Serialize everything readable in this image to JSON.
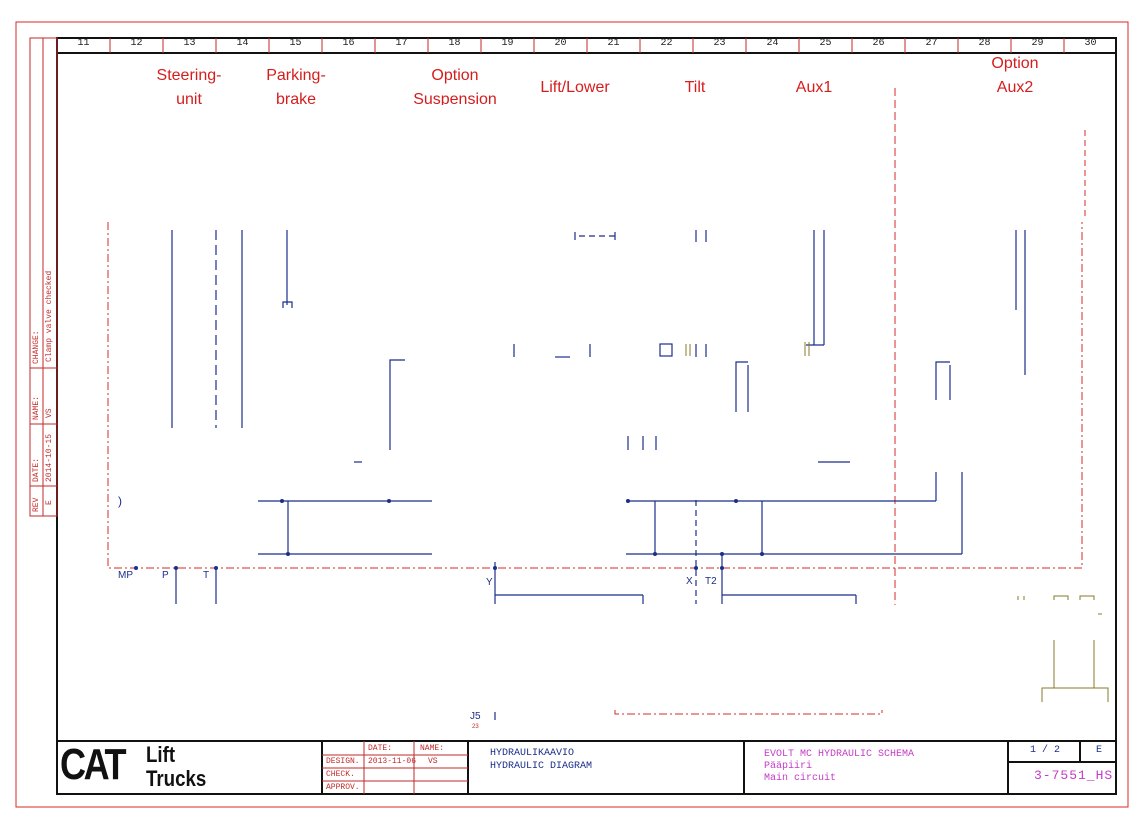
{
  "columns": [
    "11",
    "12",
    "13",
    "14",
    "15",
    "16",
    "17",
    "18",
    "19",
    "20",
    "21",
    "22",
    "23",
    "24",
    "25",
    "26",
    "27",
    "28",
    "29",
    "30"
  ],
  "sections": [
    {
      "id": "steering",
      "line1": "Steering-",
      "line2": "unit"
    },
    {
      "id": "parking",
      "line1": "Parking-",
      "line2": "brake"
    },
    {
      "id": "suspension",
      "line1": "Option",
      "line2": "Suspension"
    },
    {
      "id": "liftlower",
      "line1": "Lift/Lower",
      "line2": ""
    },
    {
      "id": "tilt",
      "line1": "Tilt",
      "line2": ""
    },
    {
      "id": "aux1",
      "line1": "Aux1",
      "line2": ""
    },
    {
      "id": "aux2",
      "line1": "Option",
      "line2": "Aux2"
    }
  ],
  "ports": {
    "mp": "MP",
    "p": "P",
    "t": "T",
    "y": "Y",
    "x": "X",
    "t2": "T2",
    "j5": "J5",
    "j5_sub": "23"
  },
  "revision_block": {
    "rev_label": "REV",
    "rev_value": "E",
    "date_label": "DATE:",
    "date_value": "2014-10-15",
    "name_label": "NAME:",
    "name_value": "VS",
    "change_label": "CHANGE:",
    "change_value": "Clamp valve checked"
  },
  "title_block": {
    "logo_main": "CAT",
    "logo_sub1": "Lift",
    "logo_sub2": "Trucks",
    "date_header": "DATE:",
    "name_header": "NAME:",
    "design_label": "DESIGN.",
    "design_date": "2013-11-06",
    "design_name": "VS",
    "check_label": "CHECK.",
    "approv_label": "APPROV.",
    "title_fi": "HYDRAULIKAAVIO",
    "title_en": "HYDRAULIC DIAGRAM",
    "desc_line1": "EVOLT MC HYDRAULIC SCHEMA",
    "desc_line2": "Pääpiiri",
    "desc_line3": "Main circuit",
    "sheet": "1 / 2",
    "rev": "E",
    "drawing_no": "3-7551_HS"
  },
  "colors": {
    "frame": "#111111",
    "outer_border": "#d42a2a",
    "section_text": "#d61d1d",
    "pipe": "#1b2e8a",
    "tb_red": "#c32a2a",
    "tb_magenta": "#c43bc7",
    "accent_olive": "#8a7a2a"
  }
}
